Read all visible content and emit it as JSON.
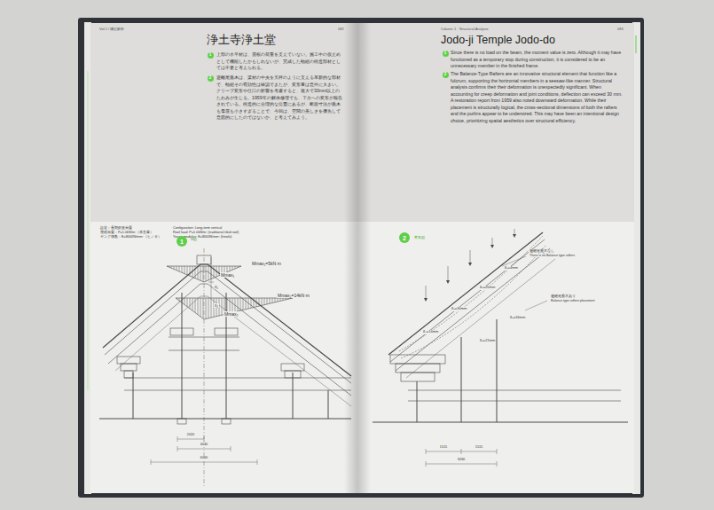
{
  "diagram": {
    "title": "浄土寺浄土堂",
    "nodes": [
      {
        "text": [
          "1"
        ]
      },
      {
        "text": [
          "2"
        ]
      },
      {
        "text": [
          "1"
        ]
      },
      {
        "text": [
          "2"
        ]
      },
      {
        "text": [
          "1"
        ]
      },
      {
        "text": [
          "2"
        ]
      }
    ],
    "labels": [
      "Vol.1 / 構造解析",
      "082",
      "Column 1 · Structural Analysis",
      "083",
      "Jodo-ji Temple Jodo-do",
      "上部の水平材は、屋根の荷重を支えていない。施工中の仮止めとして機能したかもしれないが、完成した軸組の構造部材としては不要と考えられる。",
      "遊離尾垂木は、梁材の中央を天秤のように支える革新的な部材で、軸組その有効性は確認できたが、変形量は意外に大きい。クリープ変形や仕口の影響を考慮すると、最大で30mm以上のたわみが生じる。1959年の解体修理でも、下方への変形が報告されている。構造的に合理的な位置にあるが、断面寸法が垂木も母屋も小さすぎることで、今回は、空間の美しさを優先して意図的にしたのではないか、と考えてみよう。",
      "Since there is no load on the beam, the moment value is zero. Although it may have functioned as a temporary stop during construction, it is considered to be an unnecessary member in the finished frame.",
      "The Balance-Type Rafters are an innovative structural element that function like a fulcrum, supporting the horizontal members in a seesaw-like manner. Structural analysis confirms their their deformation is unexpectedly significant. When accounting for creep deformation and joint conditions, deflection can exceed 30 mm. A restoration report from 1959 also noted downward deformation. While their placement is structurally logical, the cross-sectional dimensions of both the rafters and the purlins appear to be undersized. This may have been an intentional design choice, prioritizing spatial aesthetics over structural efficiency.",
      "設定：長期鉛直荷重",
      "屋根荷重：P=1.0kN/m²（本瓦葺）",
      "ヤング係数：E=8000N/mm²（ヒノキ）",
      "Configuration: Long-term vertical",
      "Roof load: P=1.0kN/m² (traditional tiled roof)",
      "Young modulus: E=8000N/mm² (hinoki)",
      "M図",
      "Mmax₁=5kN·m",
      "Mmax₁",
      "x₁",
      "Mmax₂=14kN·m",
      "x₂",
      "Mmax₂",
      "2020",
      "4040",
      "6060",
      "変形図",
      "遊離尾垂木なし",
      "There is no Balance type rafters",
      "遊離尾垂木あり",
      "Balance type rafters placement",
      "δ₁=4mm",
      "δ₂=20mm",
      "δ₃=30mm",
      "δ₄=14mm",
      "δ₂=16mm",
      "δ₃=21mm",
      "1515",
      "1515",
      "3030"
    ]
  }
}
